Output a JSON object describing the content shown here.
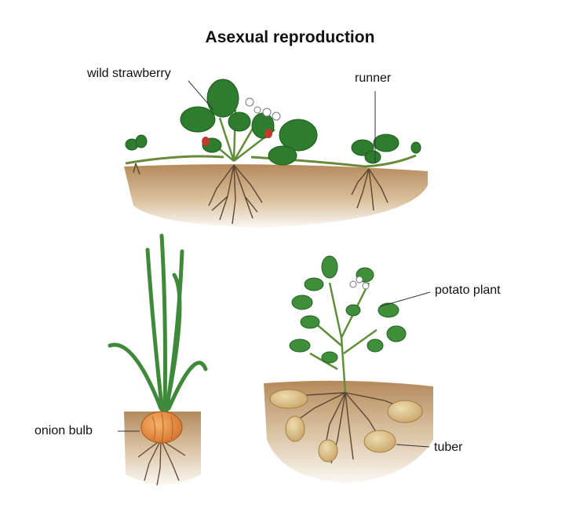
{
  "title": "Asexual reproduction",
  "labels": {
    "wild_strawberry": "wild strawberry",
    "runner": "runner",
    "onion_bulb": "onion bulb",
    "potato_plant": "potato plant",
    "tuber": "tuber"
  },
  "colors": {
    "soil_top": "#b58a5c",
    "soil_bottom": "#f2ebe0",
    "leaf_dark": "#2e7d2e",
    "leaf_light": "#5aa84a",
    "onion": "#e08a3a",
    "tuber": "#d8c08a",
    "root": "#5b4632"
  }
}
